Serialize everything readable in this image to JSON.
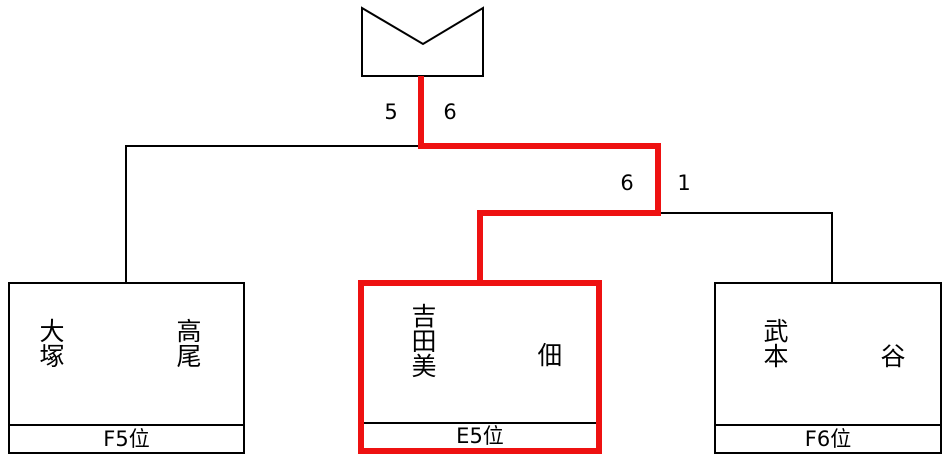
{
  "bracket": {
    "line_color": "#000000",
    "winner_color": "#ee1111",
    "trophy_icon": "trophy-icon",
    "final_scores": {
      "left": "5",
      "right": "6"
    },
    "semifinal_scores": {
      "left": "6",
      "right": "1"
    },
    "teams": [
      {
        "players": [
          "大塚",
          "高尾"
        ],
        "rank": "F5位",
        "winner": false
      },
      {
        "players": [
          "吉田美",
          "佃"
        ],
        "rank": "E5位",
        "winner": true
      },
      {
        "players": [
          "武本",
          "谷"
        ],
        "rank": "F6位",
        "winner": false
      }
    ]
  }
}
